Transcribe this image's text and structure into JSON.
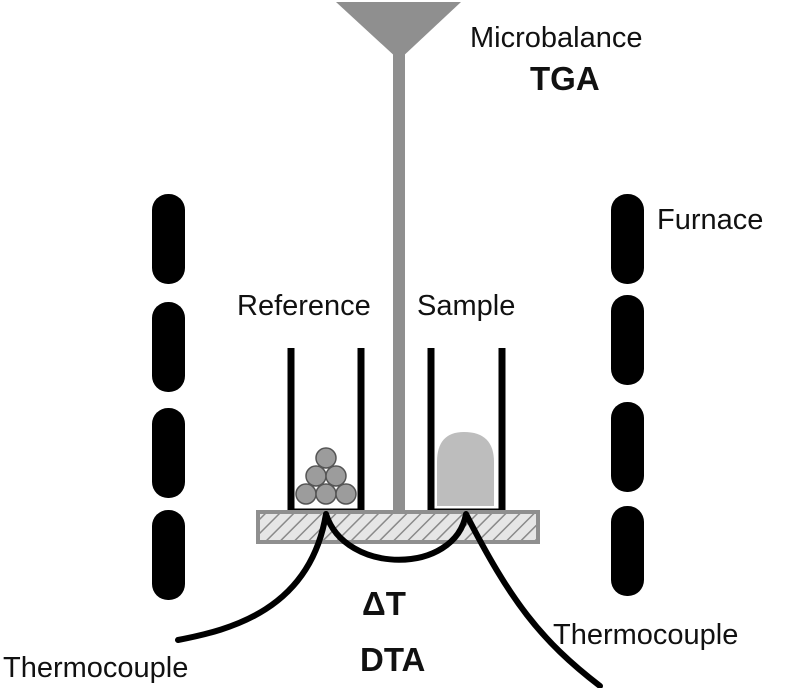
{
  "diagram": {
    "title_top": "Microbalance",
    "title_top_sub": "TGA",
    "furnace_label": "Furnace",
    "reference_label": "Reference",
    "sample_label": "Sample",
    "delta_label": "ΔT",
    "dta_label": "DTA",
    "thermocouple_left": "Thermocouple",
    "thermocouple_right": "Thermocouple"
  },
  "colors": {
    "line": "#000000",
    "stem": "#8f8f8f",
    "platform_fill": "#d9d9d9",
    "sample_fill": "#bdbdbd",
    "sphere_fill": "#9c9c9c"
  }
}
